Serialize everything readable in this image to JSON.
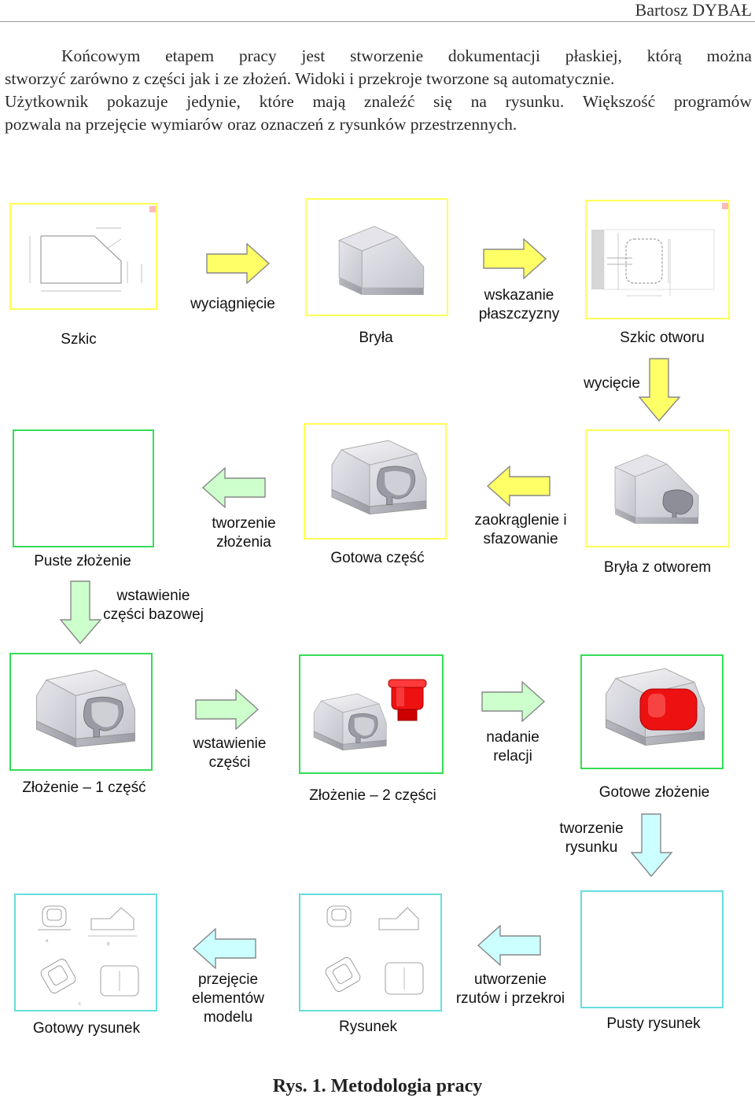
{
  "header": {
    "author": "Bartosz DYBAŁ"
  },
  "paragraph": {
    "line1_words": [
      "Końcowym",
      "etapem",
      "pracy",
      "jest",
      "stworzenie",
      "dokumentacji",
      "płaskiej,",
      "którą",
      "można"
    ],
    "line2": "stworzyć zarówno z części jak i ze złożeń. Widoki i przekroje tworzone są automatycznie.",
    "line3_words": [
      "Użytkownik",
      "pokazuje",
      "jedynie,",
      "które",
      "mają",
      "znaleźć",
      "się",
      "na",
      "rysunku.",
      "Większość",
      "programów"
    ],
    "line4": "pozwala na przejęcie wymiarów oraz oznaczeń z rysunków przestrzennych."
  },
  "nodes": {
    "szkic": "Szkic",
    "bryla": "Bryła",
    "szkic_otworu": "Szkic otworu",
    "bryla_z_otworem": "Bryła z otworem",
    "gotowa_czesc": "Gotowa część",
    "puste_zlozenie": "Puste złożenie",
    "zlozenie_1": "Złożenie – 1 część",
    "zlozenie_2": "Złożenie – 2 części",
    "gotowe_zlozenie": "Gotowe złożenie",
    "pusty_rysunek": "Pusty rysunek",
    "rysunek": "Rysunek",
    "gotowy_rysunek": "Gotowy rysunek"
  },
  "edges": {
    "wyciagniecie": "wyciągnięcie",
    "wskazanie_1": "wskazanie",
    "wskazanie_2": "płaszczyzny",
    "wyciecie": "wycięcie",
    "zaokraglenie_1": "zaokrąglenie i",
    "zaokraglenie_2": "sfazowanie",
    "tworzenie_zlozenia_1": "tworzenie",
    "tworzenie_zlozenia_2": "złożenia",
    "wstawienie_bazowej_1": "wstawienie",
    "wstawienie_bazowej_2": "części bazowej",
    "wstawienie_czesci_1": "wstawienie",
    "wstawienie_czesci_2": "części",
    "nadanie_1": "nadanie",
    "nadanie_2": "relacji",
    "tworzenie_rysunku_1": "tworzenie",
    "tworzenie_rysunku_2": "rysunku",
    "utworzenie_1": "utworzenie",
    "utworzenie_2": "rzutów i przekroi",
    "przejecie_1": "przejęcie",
    "przejecie_2": "elementów",
    "przejecie_3": "modelu"
  },
  "colors": {
    "frame_yellow": "#ffff55",
    "frame_green": "#33dd55",
    "frame_cyan": "#66dddd",
    "arrow_yellow": "#ffff66",
    "arrow_green": "#ccffcc",
    "arrow_cyan": "#ccffff",
    "part_red": "#ee1111"
  },
  "caption": "Rys. 1. Metodologia pracy"
}
